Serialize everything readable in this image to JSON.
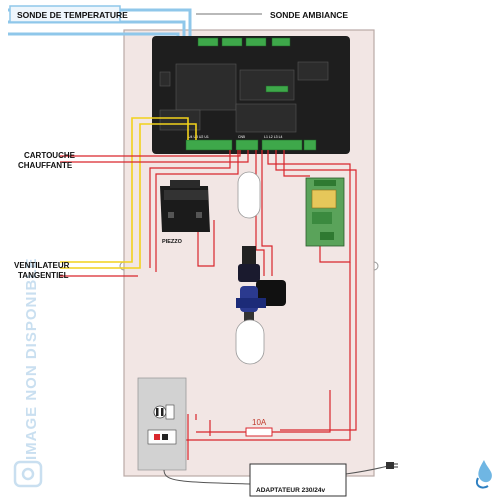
{
  "labels": {
    "sonde_temperature": "SONDE DE TEMPERATURE",
    "sonde_ambiance": "SONDE AMBIANCE",
    "cartouche_line1": "CARTOUCHE",
    "cartouche_line2": "CHAUFFANTE",
    "piezzo": "PIEZZO",
    "ventilateur_line1": "VENTILATEUR",
    "ventilateur_line2": "TANGENTIEL",
    "fuse": "10A",
    "adaptateur": "ADAPTATEUR 230/24v"
  },
  "watermark": "IMAGE NON DISPONIBLE",
  "colors": {
    "wire_red": "#d9262c",
    "wire_yellow": "#f2d21b",
    "probe_blue": "#8fc7ea",
    "pcb_black": "#1e1e1e",
    "terminal_green": "#3ea84a",
    "panel": "#f2e6e4",
    "watermark": "#c9dff0"
  }
}
